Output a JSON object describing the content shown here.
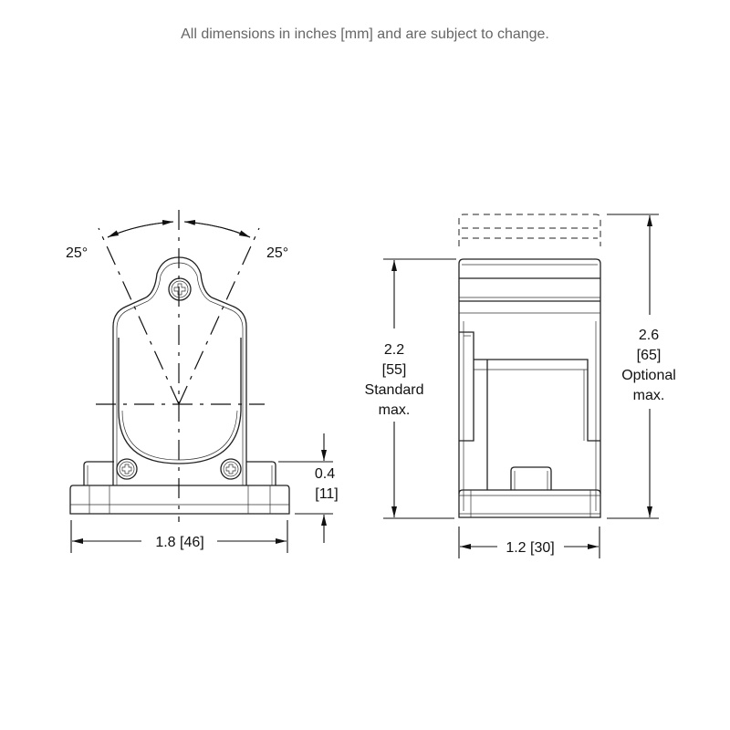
{
  "header": {
    "note": "All dimensions in inches [mm] and are subject to change."
  },
  "front_view": {
    "angle_left": "25°",
    "angle_right": "25°",
    "width_dim": "1.8 [46]",
    "base_height_in": "0.4",
    "base_height_mm": "[11]"
  },
  "side_view": {
    "standard_height": [
      "2.2",
      "[55]",
      "Standard",
      "max."
    ],
    "optional_height": [
      "2.6",
      "[65]",
      "Optional",
      "max."
    ],
    "width_dim": "1.2 [30]"
  },
  "colors": {
    "line": "#222222",
    "note_text": "#666666"
  }
}
